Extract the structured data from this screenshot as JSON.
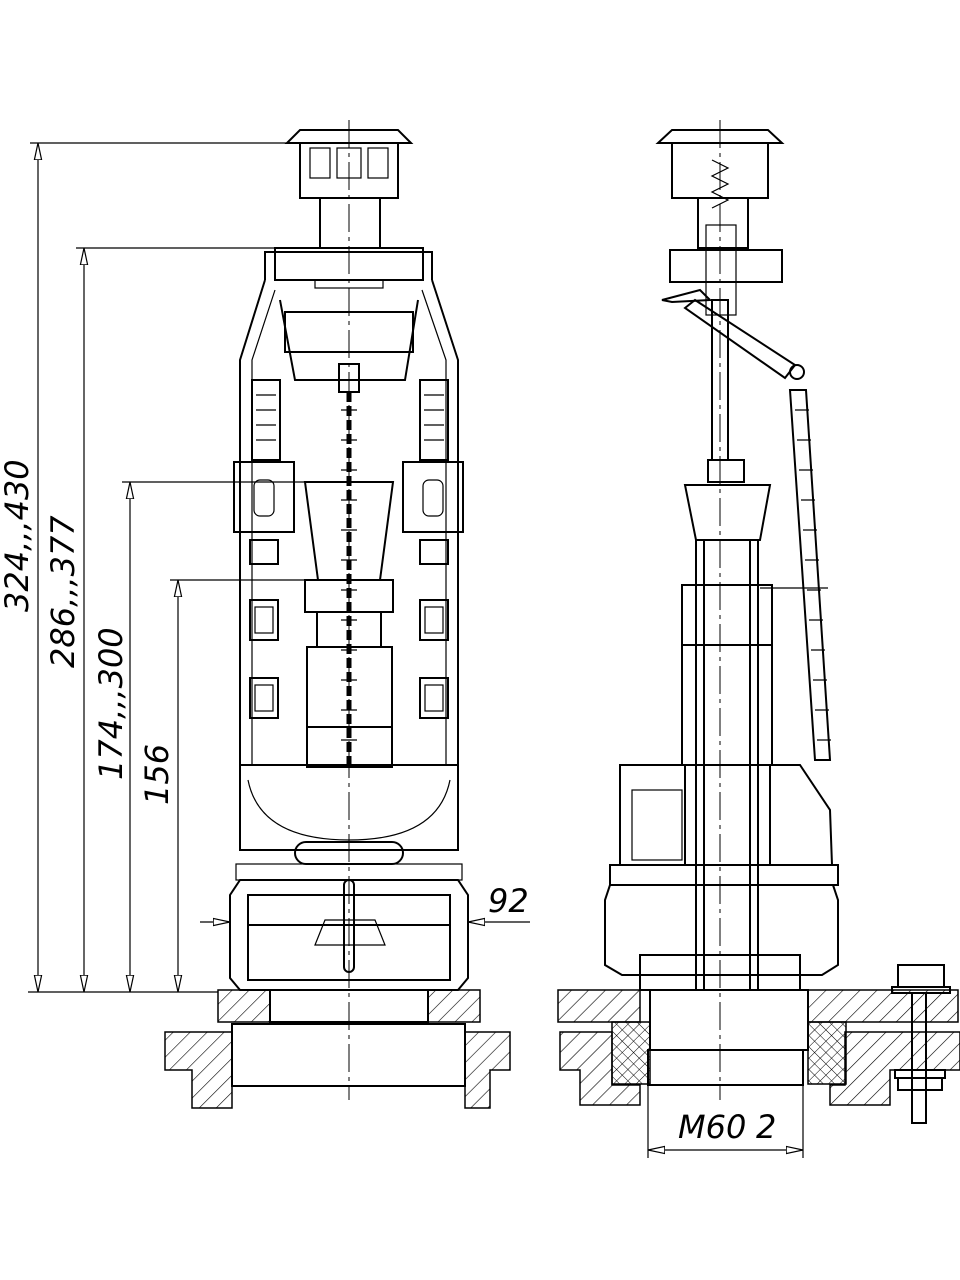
{
  "title": "Flush valve mechanism dimensional drawing",
  "dimensions": {
    "total_height": "324,,,430",
    "frame_height": "286,,,377",
    "overflow_height": "174,,,300",
    "float_height": "156",
    "base_width": "92",
    "thread": "M60",
    "thread_suffix": "2"
  },
  "colors": {
    "line": "#000000",
    "background": "#ffffff"
  }
}
